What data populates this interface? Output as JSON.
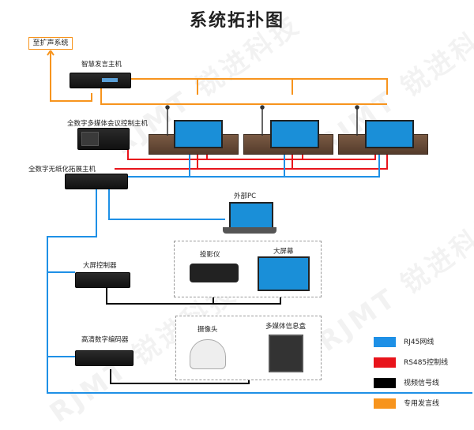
{
  "title": "系统拓扑图",
  "watermark": "RJMT 锐进科技",
  "nodes": {
    "speaker_system": "至扩声系统",
    "speech_host": "智慧发言主机",
    "media_controller": "全数字多媒体会议控制主机",
    "expansion_host": "全数字无纸化拓展主机",
    "external_pc": "外部PC",
    "screen_controller": "大屏控制器",
    "projector": "投影仪",
    "big_screen": "大屏幕",
    "encoder": "高清数字编码器",
    "camera": "摄像头",
    "media_box": "多媒体信息盒"
  },
  "legend": [
    {
      "label": "RJ45网线",
      "color": "#1e90e6"
    },
    {
      "label": "RS485控制线",
      "color": "#e8141b"
    },
    {
      "label": "视频信号线",
      "color": "#000000"
    },
    {
      "label": "专用发言线",
      "color": "#f7941d"
    }
  ]
}
